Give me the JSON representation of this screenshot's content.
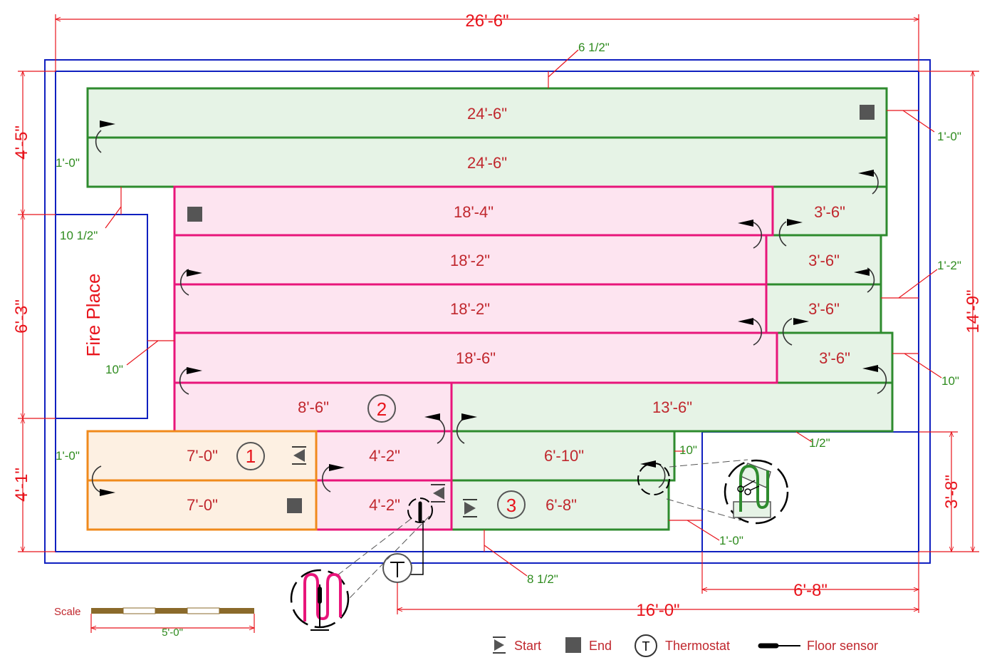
{
  "colors": {
    "dimension": "#e8141c",
    "note": "#2e8b1e",
    "wall": "#1020c0",
    "zone1_stroke": "#f08a1c",
    "zone1_fill": "#fdf0e2",
    "zone2_stroke": "#e8157a",
    "zone2_fill": "#fde4f0",
    "zone3_stroke": "#2e8b2e",
    "zone3_fill": "#e6f3e6",
    "label": "#c0272d",
    "marker": "#555555"
  },
  "dimensions": {
    "overall_width": "26'-6\"",
    "overall_height": "14'-9\"",
    "left_top": "4'-5\"",
    "left_middle": "6'-3\"",
    "left_bottom": "4'-1\"",
    "right_bottom": "3'-8\"",
    "bottom_right": "6'-8\"",
    "bottom_long": "16'-0\""
  },
  "notes": {
    "top_gap": "6 1/2\"",
    "top_right_gap": "1'-0\"",
    "left_loop_gap": "1'-0\"",
    "fireplace_gap_top": "10 1/2\"",
    "fireplace_gap_side": "10\"",
    "right_gap_mid": "1'-2\"",
    "right_gap_lower": "10\"",
    "right_gap_bottom": "1/2\"",
    "left_gap_bottom": "1'-0\"",
    "zone3_gap_top": "10\"",
    "zone3_gap_bottom": "1'-0\"",
    "bottom_gap": "8 1/2\""
  },
  "fireplace": {
    "label": "Fire Place"
  },
  "runs": [
    {
      "id": "run-24-6-a",
      "label": "24'-6\""
    },
    {
      "id": "run-24-6-b",
      "label": "24'-6\""
    },
    {
      "id": "run-18-4",
      "label": "18'-4\""
    },
    {
      "id": "run-3-6-a",
      "label": "3'-6\""
    },
    {
      "id": "run-18-2-a",
      "label": "18'-2\""
    },
    {
      "id": "run-3-6-b",
      "label": "3'-6\""
    },
    {
      "id": "run-18-2-b",
      "label": "18'-2\""
    },
    {
      "id": "run-3-6-c",
      "label": "3'-6\""
    },
    {
      "id": "run-18-6",
      "label": "18'-6\""
    },
    {
      "id": "run-3-6-d",
      "label": "3'-6\""
    },
    {
      "id": "run-8-6",
      "label": "8'-6\""
    },
    {
      "id": "run-13-6",
      "label": "13'-6\""
    },
    {
      "id": "run-7-0-a",
      "label": "7'-0\""
    },
    {
      "id": "run-4-2-a",
      "label": "4'-2\""
    },
    {
      "id": "run-6-10",
      "label": "6'-10\""
    },
    {
      "id": "run-7-0-b",
      "label": "7'-0\""
    },
    {
      "id": "run-4-2-b",
      "label": "4'-2\""
    },
    {
      "id": "run-6-8",
      "label": "6'-8\""
    }
  ],
  "zones": [
    "1",
    "2",
    "3"
  ],
  "scale": {
    "title": "Scale",
    "length": "5'-0\""
  },
  "legend": {
    "start": "Start",
    "end": "End",
    "thermostat": "Thermostat",
    "thermostat_symbol": "T",
    "floor_sensor": "Floor sensor"
  }
}
